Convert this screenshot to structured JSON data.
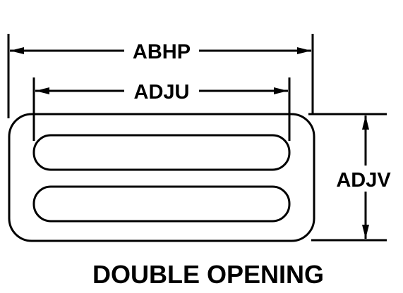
{
  "drawing": {
    "dimensions": {
      "overall_width": "ABHP",
      "opening_width": "ADJU",
      "overall_height": "ADJV"
    },
    "caption": "DOUBLE OPENING",
    "stroke_color": "#000000",
    "background": "#ffffff"
  }
}
